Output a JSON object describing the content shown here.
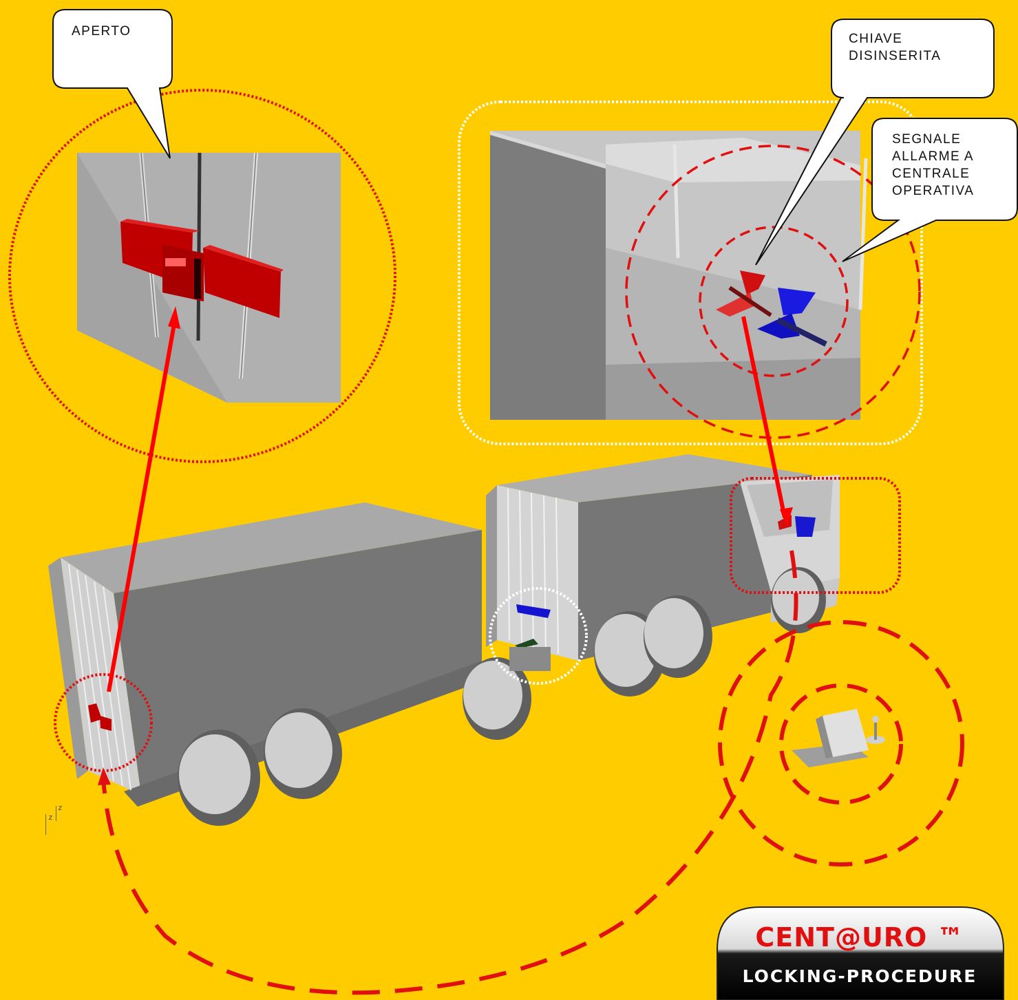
{
  "callouts": {
    "aperto": "APERTO",
    "chiave": "CHIAVE\nDISINSERITA",
    "segnale": "SEGNALE\nALLARME A\nCENTRALE\nOPERATIVA"
  },
  "brand": {
    "title": "CENT@URO ™",
    "subtitle": "LOCKING-PROCEDURE"
  },
  "axis": {
    "label_1": "z",
    "label_2": "z"
  },
  "colors": {
    "background": "#ffcc00",
    "lock_red": "#c00000",
    "key_blue": "#1010e0",
    "path_red": "#ff0000",
    "truck_grey": "#808080"
  }
}
